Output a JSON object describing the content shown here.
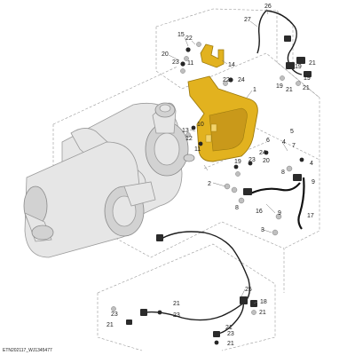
{
  "diagram": {
    "footer_code": "ETN202117_WJ1345477",
    "accent_color": "#e2b21f",
    "callouts": [
      {
        "id": "c26a",
        "label": "26"
      },
      {
        "id": "c27",
        "label": "27"
      },
      {
        "id": "c15",
        "label": "15"
      },
      {
        "id": "c22a",
        "label": "22"
      },
      {
        "id": "c20a",
        "label": "20"
      },
      {
        "id": "c23a",
        "label": "23"
      },
      {
        "id": "c11a",
        "label": "11"
      },
      {
        "id": "c14",
        "label": "14"
      },
      {
        "id": "c19a",
        "label": "19"
      },
      {
        "id": "c19b",
        "label": "19"
      },
      {
        "id": "c19c",
        "label": "19"
      },
      {
        "id": "c21a",
        "label": "21"
      },
      {
        "id": "c21b",
        "label": "21"
      },
      {
        "id": "c21c",
        "label": "21"
      },
      {
        "id": "c22b",
        "label": "22"
      },
      {
        "id": "c24a",
        "label": "24"
      },
      {
        "id": "c1",
        "label": "1"
      },
      {
        "id": "c13",
        "label": "13"
      },
      {
        "id": "c12",
        "label": "12"
      },
      {
        "id": "c10",
        "label": "10"
      },
      {
        "id": "c11b",
        "label": "11"
      },
      {
        "id": "c2",
        "label": "2"
      },
      {
        "id": "c6",
        "label": "6"
      },
      {
        "id": "c5",
        "label": "5"
      },
      {
        "id": "c4a",
        "label": "4"
      },
      {
        "id": "c4b",
        "label": "4"
      },
      {
        "id": "c7",
        "label": "7"
      },
      {
        "id": "c24b",
        "label": "24"
      },
      {
        "id": "c23b",
        "label": "23"
      },
      {
        "id": "c19d",
        "label": "19"
      },
      {
        "id": "c20b",
        "label": "20"
      },
      {
        "id": "c8a",
        "label": "8"
      },
      {
        "id": "c8b",
        "label": "8"
      },
      {
        "id": "c9a",
        "label": "9"
      },
      {
        "id": "c9b",
        "label": "9"
      },
      {
        "id": "c16",
        "label": "16"
      },
      {
        "id": "c17",
        "label": "17"
      },
      {
        "id": "c3",
        "label": "3"
      },
      {
        "id": "c25",
        "label": "25"
      },
      {
        "id": "c18",
        "label": "18"
      },
      {
        "id": "c21d",
        "label": "21"
      },
      {
        "id": "c21e",
        "label": "21"
      },
      {
        "id": "c23c",
        "label": "23"
      },
      {
        "id": "c23d",
        "label": "23"
      },
      {
        "id": "c21f",
        "label": "21"
      },
      {
        "id": "c21g",
        "label": "21"
      },
      {
        "id": "c23e",
        "label": "23"
      },
      {
        "id": "c21h",
        "label": "21"
      }
    ]
  }
}
